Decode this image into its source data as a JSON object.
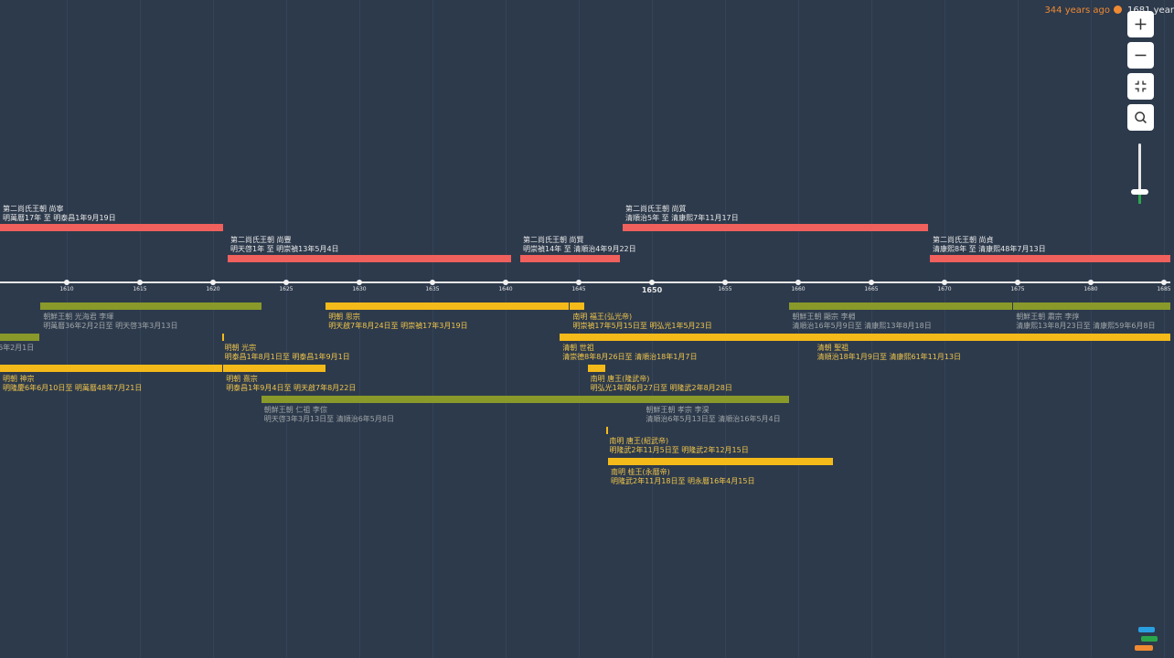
{
  "header": {
    "ago_text": "344 years ago",
    "year_text": "1681 year"
  },
  "controls": {
    "zoom_in": "+",
    "zoom_out": "−"
  },
  "colors": {
    "background": "#2d3a4c",
    "red": "#f0605c",
    "yellow": "#f4ba19",
    "olive": "#89992a",
    "accent": "#f08a32",
    "slider_fill": "#2aa64a"
  },
  "slider_level": 0.2,
  "axis": {
    "minor_ticks": [
      "1610",
      "1615",
      "1620",
      "1625",
      "1630",
      "1635",
      "1640",
      "1645",
      "1655",
      "1660",
      "1665",
      "1670",
      "1675",
      "1680",
      "1685"
    ],
    "major_tick": "1650"
  },
  "events": [
    {
      "name": "第二尚氏王朝 尚寧",
      "range": "明萬曆17年 至 明泰昌1年9月19日",
      "color": "red",
      "start": 1589.7,
      "end": 1620.7,
      "row": -2
    },
    {
      "name": "第二尚氏王朝 尚豐",
      "range": "明天啓1年 至 明崇禎13年5月4日",
      "color": "red",
      "start": 1621.0,
      "end": 1640.4,
      "row": -1
    },
    {
      "name": "第二尚氏王朝 尚賢",
      "range": "明崇禎14年 至 清順治4年9月22日",
      "color": "red",
      "start": 1641.0,
      "end": 1647.8,
      "row": -1
    },
    {
      "name": "第二尚氏王朝 尚質",
      "range": "清順治5年 至 清康熙7年11月17日",
      "color": "red",
      "start": 1648.0,
      "end": 1668.9,
      "row": -2
    },
    {
      "name": "第二尚氏王朝 尚貞",
      "range": "清康熙8年 至 清康熙48年7月13日",
      "color": "red",
      "start": 1669.0,
      "end": 1709.6,
      "row": -1
    },
    {
      "name": "朝鮮王朝 光海君 李琿",
      "range": "明萬曆36年2月2日至 明天啓3年3月13日",
      "color": "olive",
      "start": 1608.2,
      "end": 1623.3,
      "row": 0
    },
    {
      "name": "明朝 思宗",
      "range": "明天啟7年8月24日至 明崇禎17年3月19日",
      "color": "yellow",
      "start": 1627.7,
      "end": 1644.3,
      "row": 0
    },
    {
      "name": "南明 福王(弘光帝)",
      "range": "明崇禎17年5月15日至 明弘光1年5月23日",
      "color": "yellow",
      "start": 1644.4,
      "end": 1645.4,
      "row": 0
    },
    {
      "name": "朝鮮王朝 顯宗 李棩",
      "range": "清順治16年5月9日至 清康熙13年8月18日",
      "color": "olive",
      "start": 1659.4,
      "end": 1674.6,
      "row": 0
    },
    {
      "name": "朝鮮王朝 肅宗 李焞",
      "range": "清康熙13年8月23日至 清康熙59年6月8日",
      "color": "olive",
      "start": 1674.7,
      "end": 1720.4,
      "row": 0
    },
    {
      "name": "",
      "range": "6年2月1日",
      "color": "olive",
      "start": 1580.0,
      "end": 1608.1,
      "row": 1
    },
    {
      "name": "明朝 光宗",
      "range": "明泰昌1年8月1日至 明泰昌1年9月1日",
      "color": "yellow",
      "start": 1620.6,
      "end": 1620.7,
      "row": 1
    },
    {
      "name": "清朝 世祖",
      "range": "清崇德8年8月26日至 清順治18年1月7日",
      "color": "yellow",
      "start": 1643.7,
      "end": 1661.1,
      "row": 1
    },
    {
      "name": "清朝 聖祖",
      "range": "清順治18年1月9日至 清康熙61年11月13日",
      "color": "yellow",
      "start": 1661.1,
      "end": 1722.9,
      "row": 1
    },
    {
      "name": "明朝 神宗",
      "range": "明隆慶6年6月10日至 明萬曆48年7月21日",
      "color": "yellow",
      "start": 1572.5,
      "end": 1620.6,
      "row": 2
    },
    {
      "name": "明朝 熹宗",
      "range": "明泰昌1年9月4日至 明天啟7年8月22日",
      "color": "yellow",
      "start": 1620.7,
      "end": 1627.7,
      "row": 2
    },
    {
      "name": "南明 唐王(隆武帝)",
      "range": "明弘光1年閏6月27日至 明隆武2年8月28日",
      "color": "yellow",
      "start": 1645.6,
      "end": 1646.8,
      "row": 2
    },
    {
      "name": "朝鮮王朝 仁祖 李倧",
      "range": "明天啓3年3月13日至 清順治6年5月8日",
      "color": "olive",
      "start": 1623.3,
      "end": 1649.4,
      "row": 3
    },
    {
      "name": "朝鮮王朝 孝宗 李淏",
      "range": "清順治6年5月13日至 清順治16年5月4日",
      "color": "olive",
      "start": 1649.4,
      "end": 1659.4,
      "row": 3
    },
    {
      "name": "南明 唐王(紹武帝)",
      "range": "明隆武2年11月5日至 明隆武2年12月15日",
      "color": "yellow",
      "start": 1646.9,
      "end": 1647.0,
      "row": 4
    },
    {
      "name": "南明 桂王(永曆帝)",
      "range": "明隆武2年11月18日至 明永曆16年4月15日",
      "color": "yellow",
      "start": 1647.0,
      "end": 1662.4,
      "row": 5
    }
  ]
}
